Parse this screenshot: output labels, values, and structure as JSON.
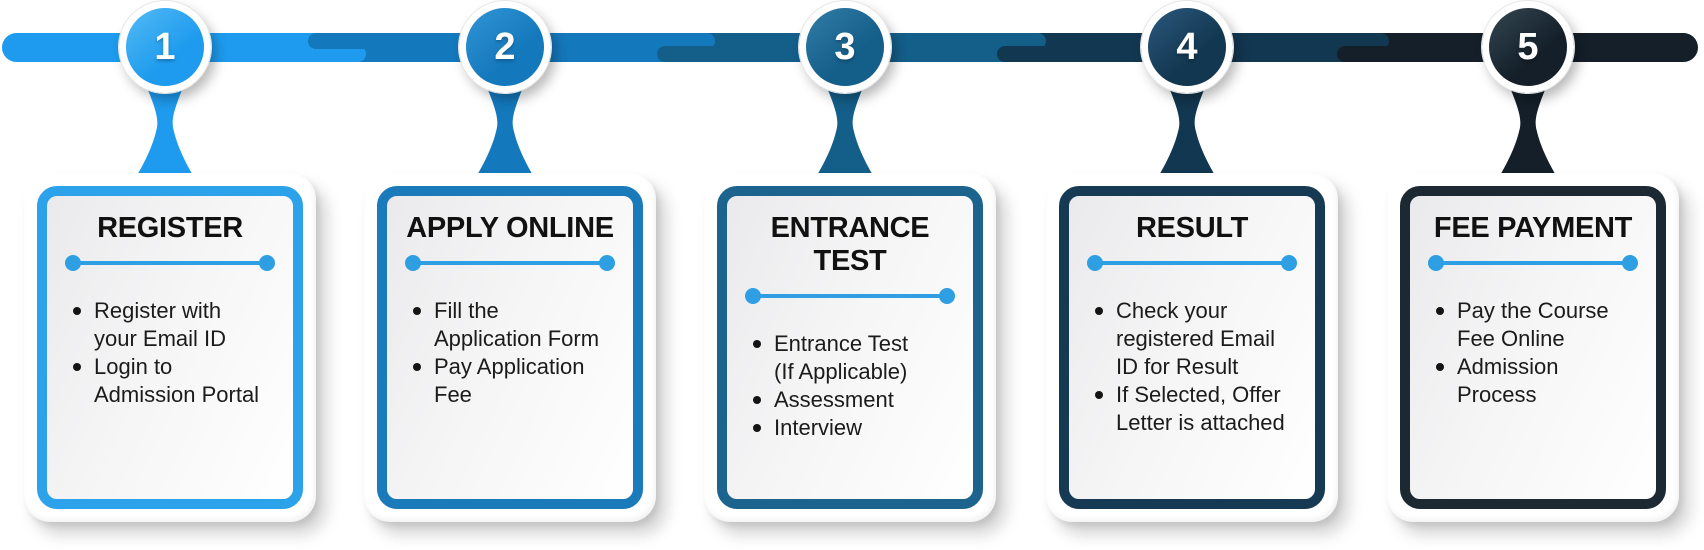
{
  "divider_color": "#2E9FE3",
  "steps": [
    {
      "number": "1",
      "title": "REGISTER",
      "bullets": [
        "Register with\nyour Email ID",
        "Login to\nAdmission Portal"
      ],
      "colors": {
        "base": "#1E9BEE",
        "light": "#4FB8F4",
        "border": "#2BA2EA"
      }
    },
    {
      "number": "2",
      "title": "APPLY ONLINE",
      "bullets": [
        "Fill the\nApplication Form",
        "Pay Application\nFee"
      ],
      "colors": {
        "base": "#1478BC",
        "light": "#2E93D4",
        "border": "#1B7AB9"
      }
    },
    {
      "number": "3",
      "title": "ENTRANCE TEST",
      "bullets": [
        "Entrance Test\n(If Applicable)",
        "Assessment",
        "Interview"
      ],
      "colors": {
        "base": "#145E8A",
        "light": "#2F7BA4",
        "border": "#1C648D"
      }
    },
    {
      "number": "4",
      "title": "RESULT",
      "bullets": [
        "Check your\nregistered Email\nID for Result",
        "If Selected, Offer\nLetter is attached"
      ],
      "colors": {
        "base": "#123750",
        "light": "#2A567A",
        "border": "#163A53"
      }
    },
    {
      "number": "5",
      "title": "FEE PAYMENT",
      "bullets": [
        "Pay the Course\nFee Online",
        "Admission\nProcess"
      ],
      "colors": {
        "base": "#141F29",
        "light": "#31444F",
        "border": "#1C2933"
      }
    }
  ]
}
